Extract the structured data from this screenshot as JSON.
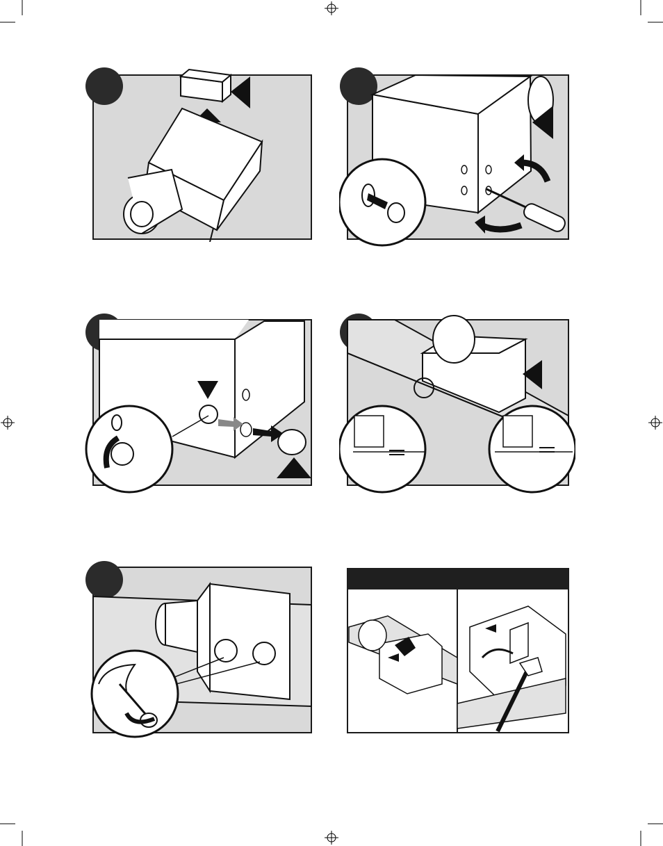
{
  "page": {
    "background": "#ffffff"
  },
  "colors": {
    "panel_fill": "#d9d9d9",
    "outline": "#1a1a1a",
    "step_circle": "#2b2b2b",
    "header_bar": "#1f1f1f",
    "box_fill": "#ffffff",
    "wood_fill": "#e2e2e2"
  },
  "panels": [
    {
      "id": "step-1",
      "icon": "remove-damper-arrow-icon"
    },
    {
      "id": "step-2",
      "icon": "screwdriver-knockout-icon"
    },
    {
      "id": "step-3",
      "icon": "cable-connector-icon"
    },
    {
      "id": "step-4",
      "icon": "joist-flange-alignment-icon"
    },
    {
      "id": "step-5",
      "icon": "screw-mount-icon"
    },
    {
      "id": "step-6",
      "icon": "nail-mount-icon"
    }
  ]
}
